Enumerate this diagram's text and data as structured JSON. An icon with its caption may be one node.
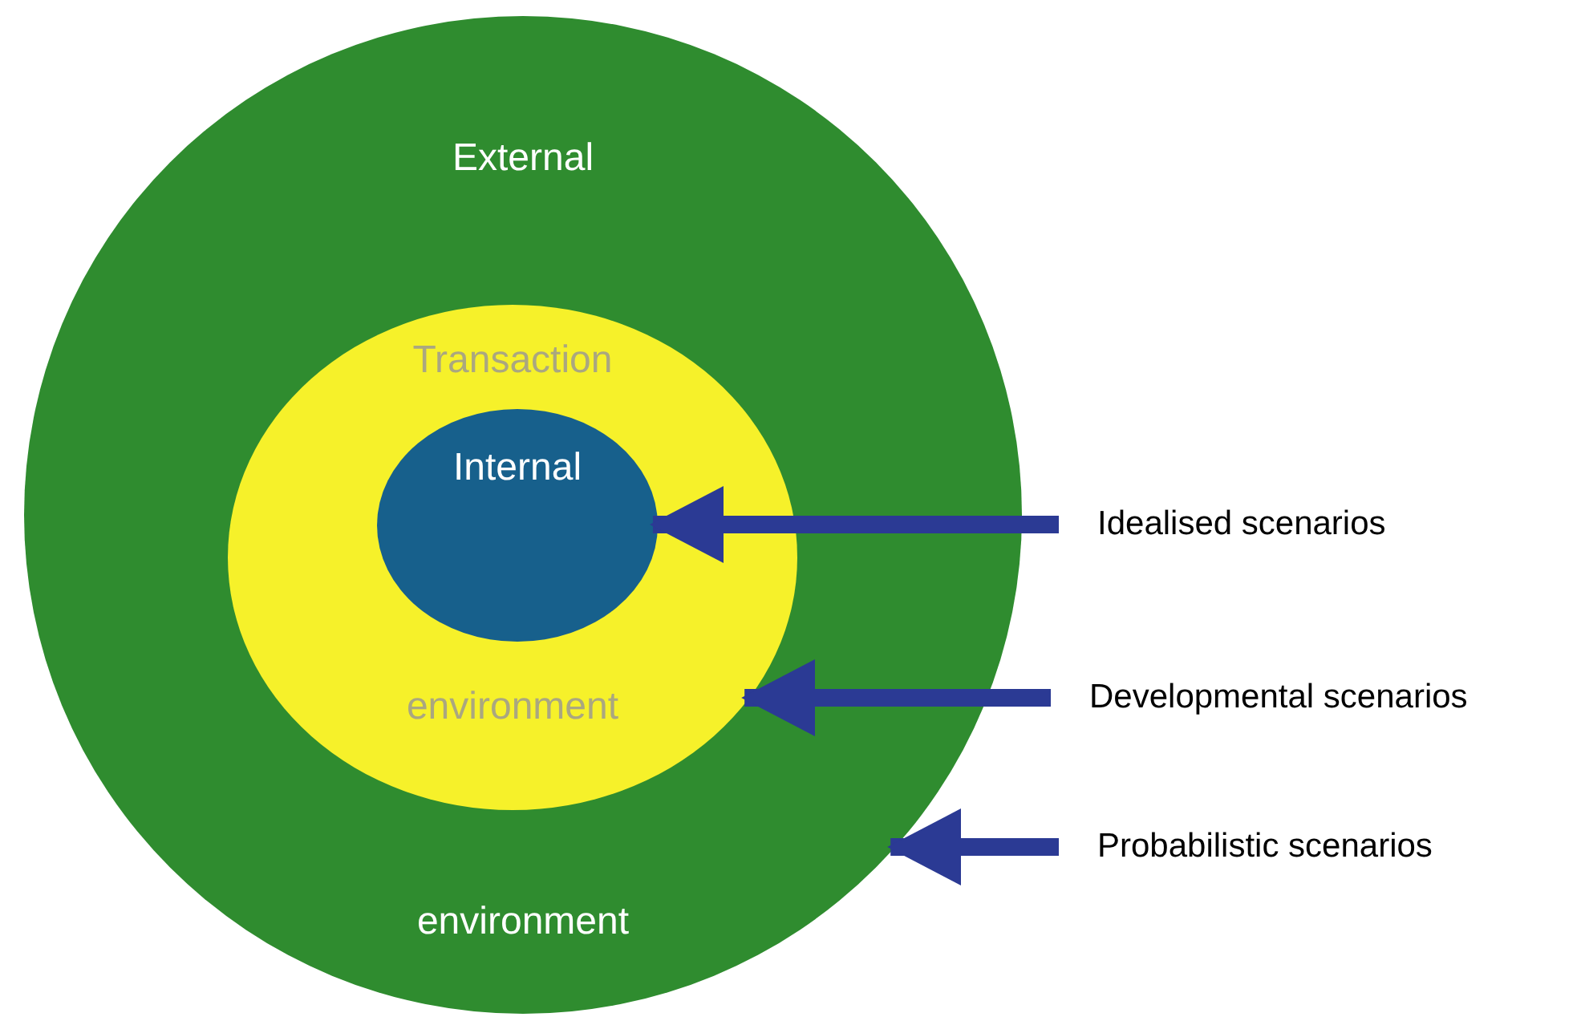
{
  "diagram": {
    "nodes": [
      {
        "text": [
          "External",
          "environment"
        ]
      },
      {
        "text": [
          "Transaction",
          "environment"
        ],
        "in": 0
      },
      {
        "text": [
          "Internal"
        ],
        "in": 1
      },
      {
        "text": [
          "Idealised scenarios"
        ]
      },
      {
        "text": [
          "Developmental scenarios"
        ]
      },
      {
        "text": [
          "Probabilistic scenarios"
        ]
      }
    ],
    "edges": [
      {
        "from": 3,
        "to": 2,
        "arrow": "to"
      },
      {
        "from": 4,
        "to": 1,
        "arrow": "to"
      },
      {
        "from": 5,
        "to": 0,
        "arrow": "to"
      }
    ]
  }
}
